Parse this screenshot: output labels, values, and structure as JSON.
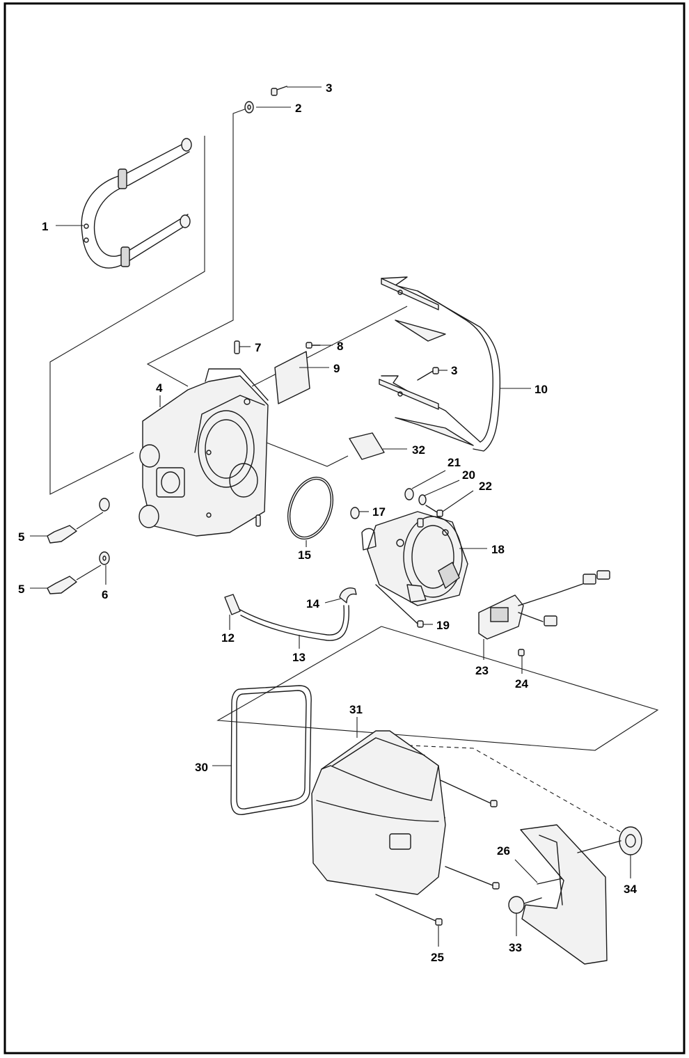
{
  "callouts": [
    {
      "id": "1",
      "text": "1"
    },
    {
      "id": "2",
      "text": "2"
    },
    {
      "id": "3a",
      "text": "3"
    },
    {
      "id": "3b",
      "text": "3"
    },
    {
      "id": "4",
      "text": "4"
    },
    {
      "id": "5a",
      "text": "5"
    },
    {
      "id": "5b",
      "text": "5"
    },
    {
      "id": "6",
      "text": "6"
    },
    {
      "id": "7",
      "text": "7"
    },
    {
      "id": "8",
      "text": "8"
    },
    {
      "id": "9",
      "text": "9"
    },
    {
      "id": "10",
      "text": "10"
    },
    {
      "id": "12",
      "text": "12"
    },
    {
      "id": "13",
      "text": "13"
    },
    {
      "id": "14",
      "text": "14"
    },
    {
      "id": "15",
      "text": "15"
    },
    {
      "id": "17",
      "text": "17"
    },
    {
      "id": "18",
      "text": "18"
    },
    {
      "id": "19",
      "text": "19"
    },
    {
      "id": "20",
      "text": "20"
    },
    {
      "id": "21",
      "text": "21"
    },
    {
      "id": "22",
      "text": "22"
    },
    {
      "id": "23",
      "text": "23"
    },
    {
      "id": "24",
      "text": "24"
    },
    {
      "id": "25",
      "text": "25"
    },
    {
      "id": "26",
      "text": "26"
    },
    {
      "id": "30",
      "text": "30"
    },
    {
      "id": "31",
      "text": "31"
    },
    {
      "id": "32",
      "text": "32"
    },
    {
      "id": "33",
      "text": "33"
    },
    {
      "id": "34",
      "text": "34"
    }
  ],
  "colors": {
    "line": "#1a1a1a",
    "background": "#ffffff",
    "label": "#000000"
  }
}
